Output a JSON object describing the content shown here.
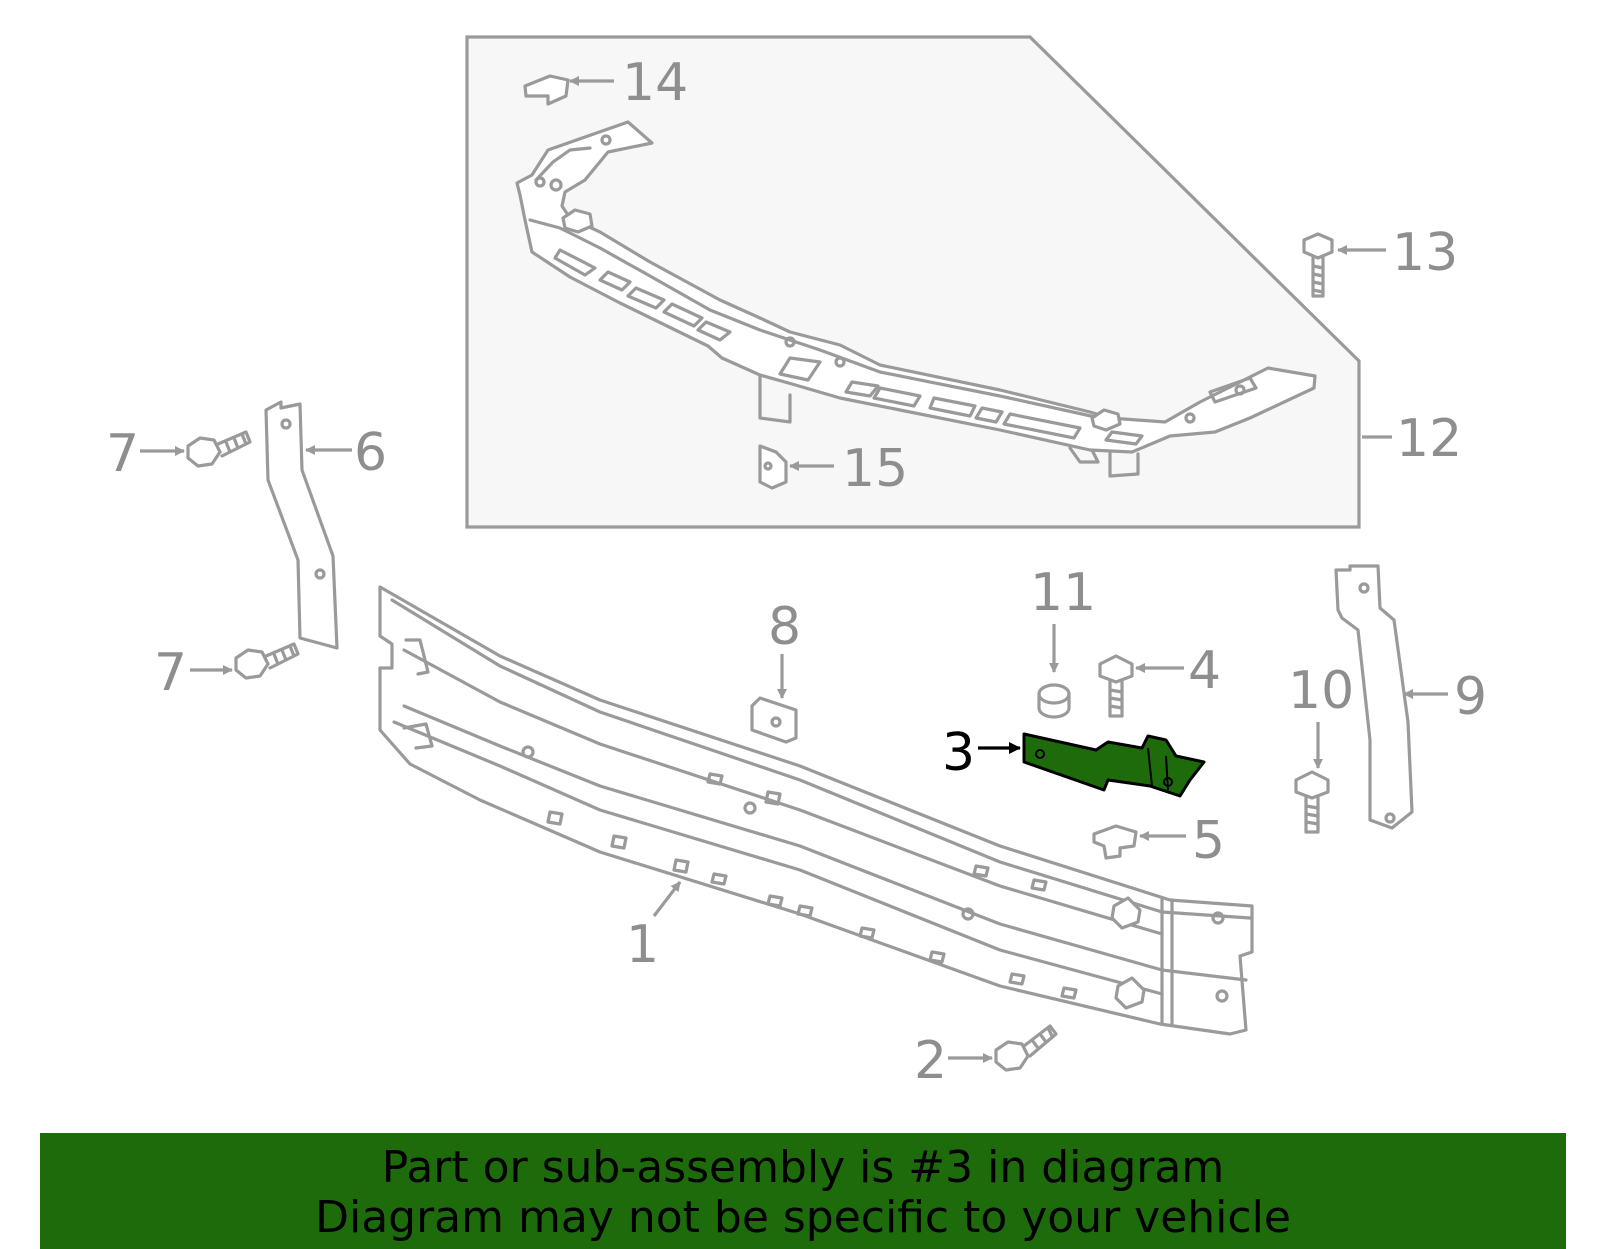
{
  "callouts": {
    "c1": "1",
    "c2": "2",
    "c3": "3",
    "c4": "4",
    "c5": "5",
    "c6": "6",
    "c7a": "7",
    "c7b": "7",
    "c8": "8",
    "c9": "9",
    "c10": "10",
    "c11": "11",
    "c12": "12",
    "c13": "13",
    "c14": "14",
    "c15": "15"
  },
  "banner": {
    "line1": "Part or sub-assembly is #3 in diagram",
    "line2": "Diagram may not be specific to your vehicle"
  },
  "colors": {
    "highlight": "#1e6b0c",
    "line": "#9a9a9a",
    "label": "#8e8e8e",
    "inset_bg": "#f7f7f7"
  }
}
